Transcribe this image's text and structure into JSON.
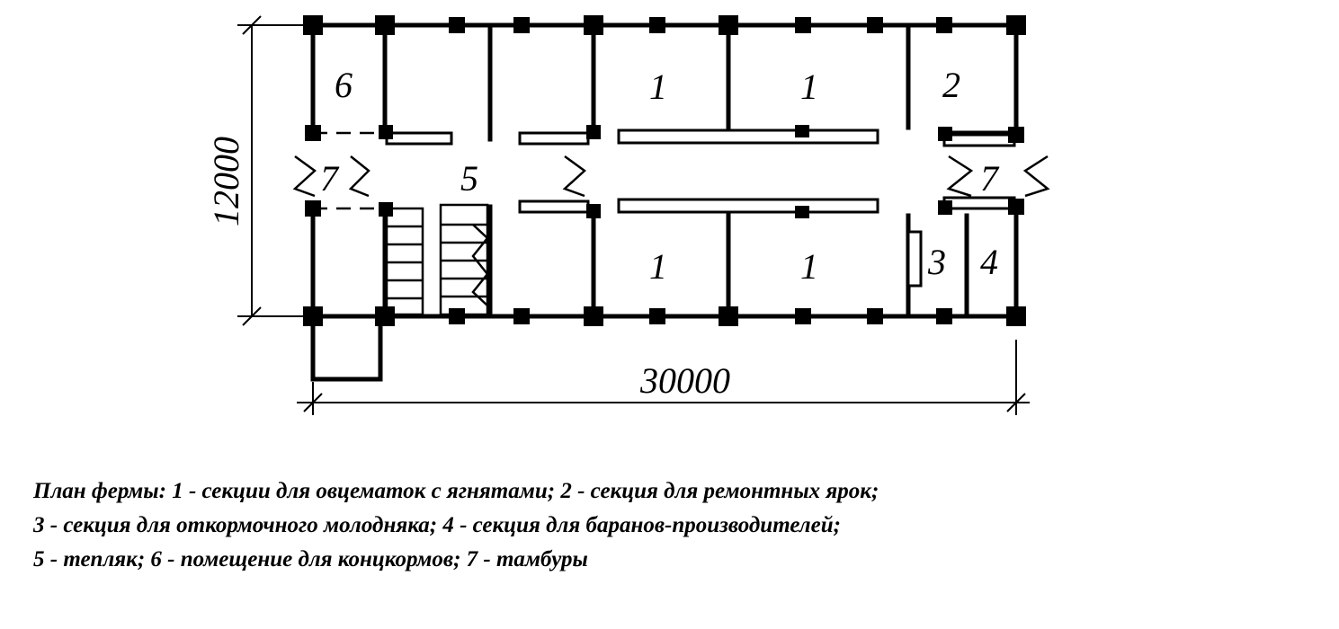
{
  "plan": {
    "room_labels": {
      "r1a": "1",
      "r1b": "1",
      "r1c": "1",
      "r1d": "1",
      "r2": "2",
      "r3": "3",
      "r4": "4",
      "r5": "5",
      "r6": "6",
      "r7a": "7",
      "r7b": "7"
    },
    "dimensions": {
      "height": "12000",
      "width": "30000"
    }
  },
  "caption": {
    "line1": "План фермы: 1 - секции для овцематок с ягнятами; 2 - секция для ремонтных ярок;",
    "line2": "3 - секция для откормочного молодняка; 4 - секция для баранов-производителей;",
    "line3": "5 - тепляк; 6 - помещение для концкормов; 7 - тамбуры"
  }
}
